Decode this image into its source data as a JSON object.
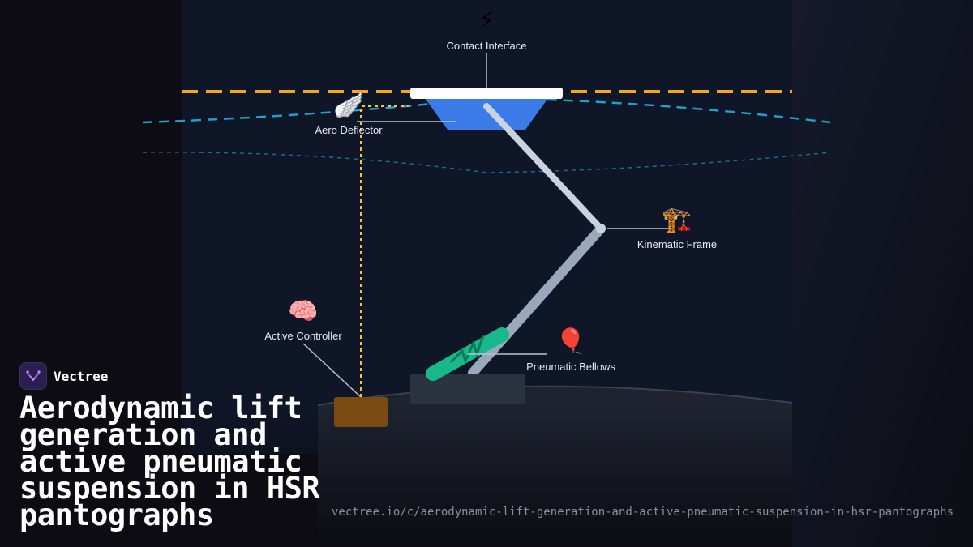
{
  "diagram": {
    "labels": {
      "contact": "Contact Interface",
      "deflector": "Aero Deflector",
      "frame": "Kinematic Frame",
      "controller": "Active Controller",
      "bellows": "Pneumatic Bellows"
    },
    "icons": {
      "contact": "⚡",
      "deflector": "🪽",
      "frame": "🏗️",
      "controller": "🧠",
      "bellows": "🎈"
    },
    "icon_names": {
      "contact": "lightning-icon",
      "deflector": "wing-icon",
      "frame": "crane-icon",
      "controller": "brain-icon",
      "bellows": "balloon-icon"
    },
    "colors": {
      "background": "#0e1628",
      "catenary_wire": "#f5a623",
      "airflow": "#1ea0c8",
      "contact_strip": "#ffffff",
      "head": "#3b7be8",
      "upper_arm": "#c9d3e0",
      "lower_arm": "#9aa8bc",
      "bellows": "#17b98a",
      "controller_box": "#7a4a12",
      "control_signal": "#f5c242"
    }
  },
  "brand": {
    "name": "Vectree"
  },
  "title": "Aerodynamic lift generation and active pneumatic suspension in HSR pantographs",
  "url": "vectree.io/c/aerodynamic-lift-generation-and-active-pneumatic-suspension-in-hsr-pantographs"
}
